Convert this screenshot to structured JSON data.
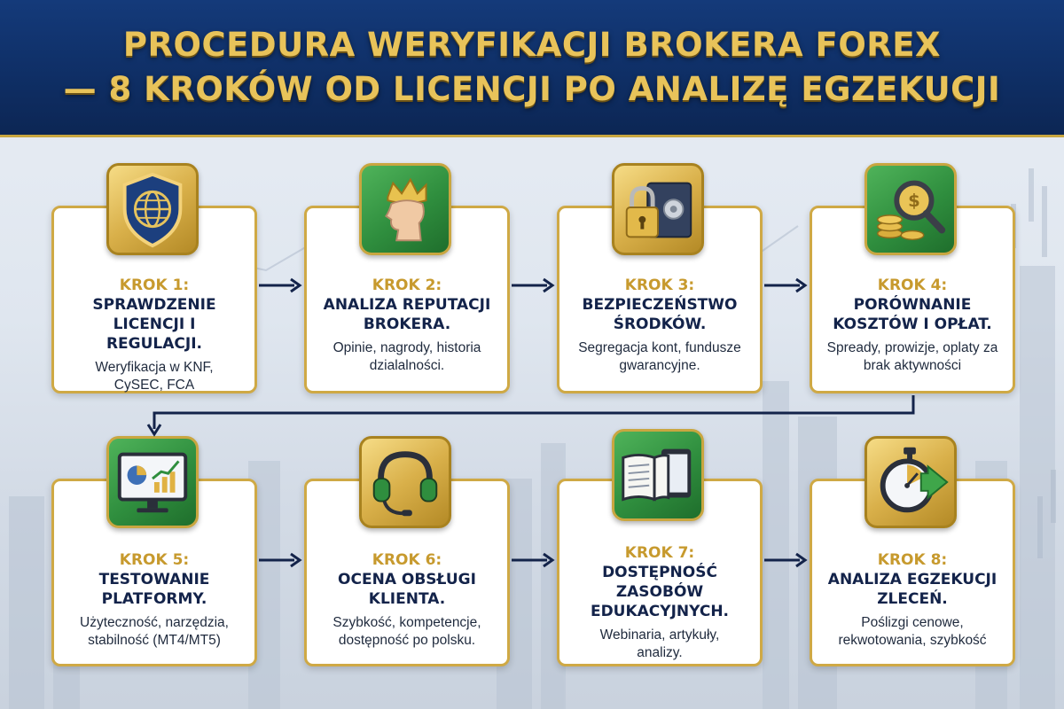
{
  "header": {
    "line1": "PROCEDURA WERYFIKACJI BROKERA FOREX",
    "line2": "— 8 KROKÓW OD LICENCJI PO ANALIZĘ EGZEKUCJI"
  },
  "colors": {
    "header_bg": "#0f2f66",
    "gold": "#cfa945",
    "green": "#2f8e3e",
    "navy": "#13234a"
  },
  "steps": [
    {
      "step": "KROK 1:",
      "title": "SPRAWDZENIE LICENCJI I REGULACJI.",
      "desc": "Weryfikacja w KNF, CySEC, FCA",
      "icon": "shield-globe-icon"
    },
    {
      "step": "KROK 2:",
      "title": "ANALIZA REPUTACJI BROKERA.",
      "desc": "Opinie, nagrody, historia dzialalności.",
      "icon": "crowned-head-icon"
    },
    {
      "step": "KROK 3:",
      "title": "BEZPIECZEŃSTWO ŚRODKÓW.",
      "desc": "Segregacja kont, fundusze gwarancyjne.",
      "icon": "padlock-safe-icon"
    },
    {
      "step": "KROK 4:",
      "title": "PORÓWNANIE KOSZTÓW I OPŁAT.",
      "desc": "Spready, prowizje, oplaty za brak aktywności",
      "icon": "magnifier-coins-icon"
    },
    {
      "step": "KROK 5:",
      "title": "TESTOWANIE PLATFORMY.",
      "desc": "Użyteczność, narzędzia, stabilność (MT4/MT5)",
      "icon": "monitor-chart-icon"
    },
    {
      "step": "KROK 6:",
      "title": "OCENA OBSŁUGI KLIENTA.",
      "desc": "Szybkość, kompetencje, dostępność po polsku.",
      "icon": "headset-icon"
    },
    {
      "step": "KROK 7:",
      "title": "DOSTĘPNOŚĆ ZASOBÓW EDUKACYJNYCH.",
      "desc": "Webinaria, artykuły, analizy.",
      "icon": "book-tablet-icon"
    },
    {
      "step": "KROK 8:",
      "title": "ANALIZA EGZEKUCJI ZLECEŃ.",
      "desc": "Poślizgi cenowe, rekwotowania, szybkość",
      "icon": "stopwatch-arrow-icon"
    }
  ]
}
